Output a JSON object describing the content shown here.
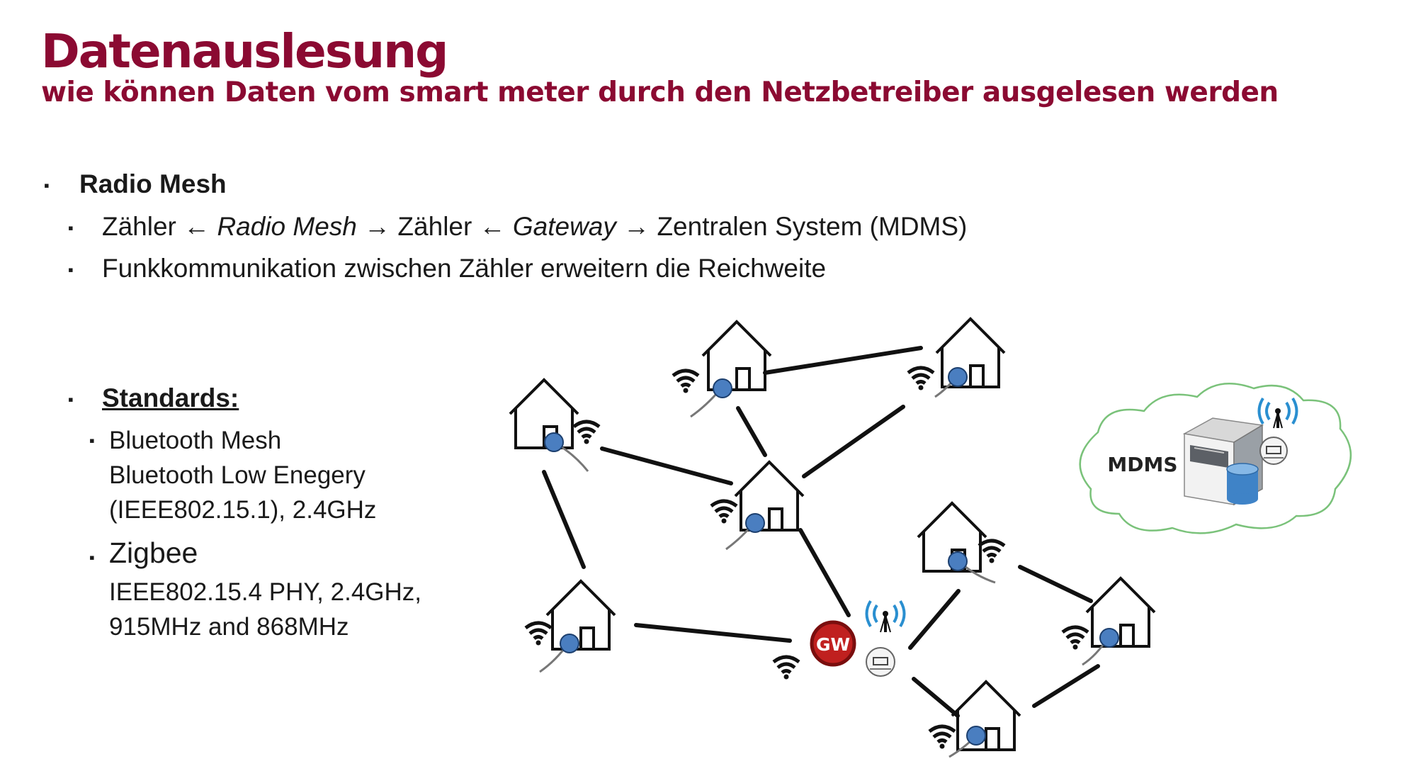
{
  "header": {
    "title": "Datenauslesung",
    "subtitle": "wie können Daten vom smart meter durch den Netzbetreiber ausgelesen werden"
  },
  "bullets": {
    "main": "Radio Mesh",
    "flow": {
      "p1": "Zähler ",
      "a1": "←",
      "p2": "Radio Mesh",
      "a2": "→",
      "p3": " Zähler ",
      "a3": "←",
      "p4": "Gateway",
      "a4": "→",
      "p5": " Zentralen System (MDMS)"
    },
    "funk": "Funkkommunikation zwischen Zähler erweitern die Reichweite"
  },
  "standards": {
    "heading": "Standards:",
    "bluetooth_lines": [
      "Bluetooth Mesh",
      "Bluetooth Low Enegery",
      "(IEEE802.15.1), 2.4GHz"
    ],
    "zigbee_title": "Zigbee",
    "zigbee_lines": [
      "IEEE802.15.4 PHY, 2.4GHz,",
      "915MHz and 868MHz"
    ]
  },
  "diagram": {
    "gateway_label": "GW",
    "mdms_label": "MDMS",
    "colors": {
      "gateway_fill": "#c0201f",
      "meter_node": "#4a7ec0",
      "cloud_stroke": "#7ac27a",
      "signal_blue": "#2a8fd0"
    }
  },
  "footer": {
    "text": ""
  }
}
